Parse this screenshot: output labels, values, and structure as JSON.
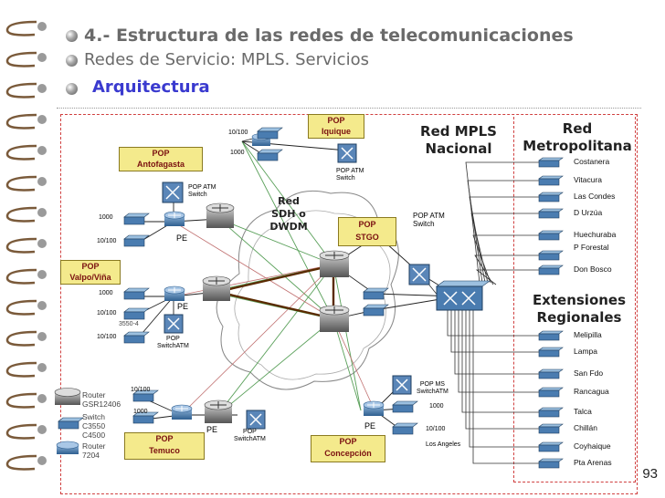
{
  "slide": {
    "title": "4.- Estructura de las redes de telecomunicaciones",
    "subtitle": "Redes de Servicio:  MPLS. Servicios",
    "section": "Arquitectura",
    "page_number": "93"
  },
  "diagram": {
    "pops": {
      "iquique": "POP\nIquique",
      "antofagasta": "POP\nAntofagasta",
      "valpo": "POP\nValpo/Viña",
      "stgo": "POP\nSTGO",
      "temuco": "POP\nTemuco",
      "concepcion": "POP\nConcepción"
    },
    "headings": {
      "red_mpls": "Red MPLS\nNacional",
      "red_metro": "Red\nMetropolitana",
      "red_sdh": "Red\nSDH o\nDWDM",
      "extensiones": "Extensiones\nRegionales"
    },
    "labels": {
      "iq_10100": "10/100",
      "iq_1000": "1000",
      "iq_atm": "POP ATM\nSwitch",
      "an_atm": "POP ATM\nSwitch",
      "an_1000": "1000",
      "an_10100": "10/100",
      "an_pe": "PE",
      "va_1000": "1000",
      "va_10100a": "10/100",
      "va_10100b": "10/100",
      "va_3550": "3550-4",
      "va_pe": "PE",
      "va_atm": "POP\nSwitchATM",
      "st_atm": "POP ATM\nSwitch",
      "te_10100": "10/100",
      "te_1000": "1000",
      "te_pe": "PE",
      "te_atm": "POP\nSwitchATM",
      "co_ms": "POP MS\nSwitchATM",
      "co_1000": "1000",
      "co_10100": "10/100",
      "co_pe": "PE",
      "co_la": "Los Angeles"
    },
    "legend": [
      {
        "name": "Router\nGSR12406"
      },
      {
        "name": "Switch\nC3550\nC4500"
      },
      {
        "name": "Router\n7204"
      }
    ],
    "metro_sites": [
      "Costanera",
      "Vitacura",
      "Las Condes",
      "D Urzúa",
      "Huechuraba",
      "P Forestal",
      "Don Bosco"
    ],
    "regional_sites": [
      "Melipilla",
      "Lampa",
      "San Fdo",
      "Rancagua",
      "Talca",
      "Chillán",
      "Coyhaique",
      "Pta Arenas"
    ]
  },
  "colors": {
    "title_grey": "#6a6a6a",
    "section_blue": "#3a3acf",
    "pop_box": "#f4ea8c",
    "pop_text": "#7a1010",
    "device_blue": "#3e6fa0",
    "frame_red": "#d04040",
    "trunk_brown": "#5a2a00"
  }
}
